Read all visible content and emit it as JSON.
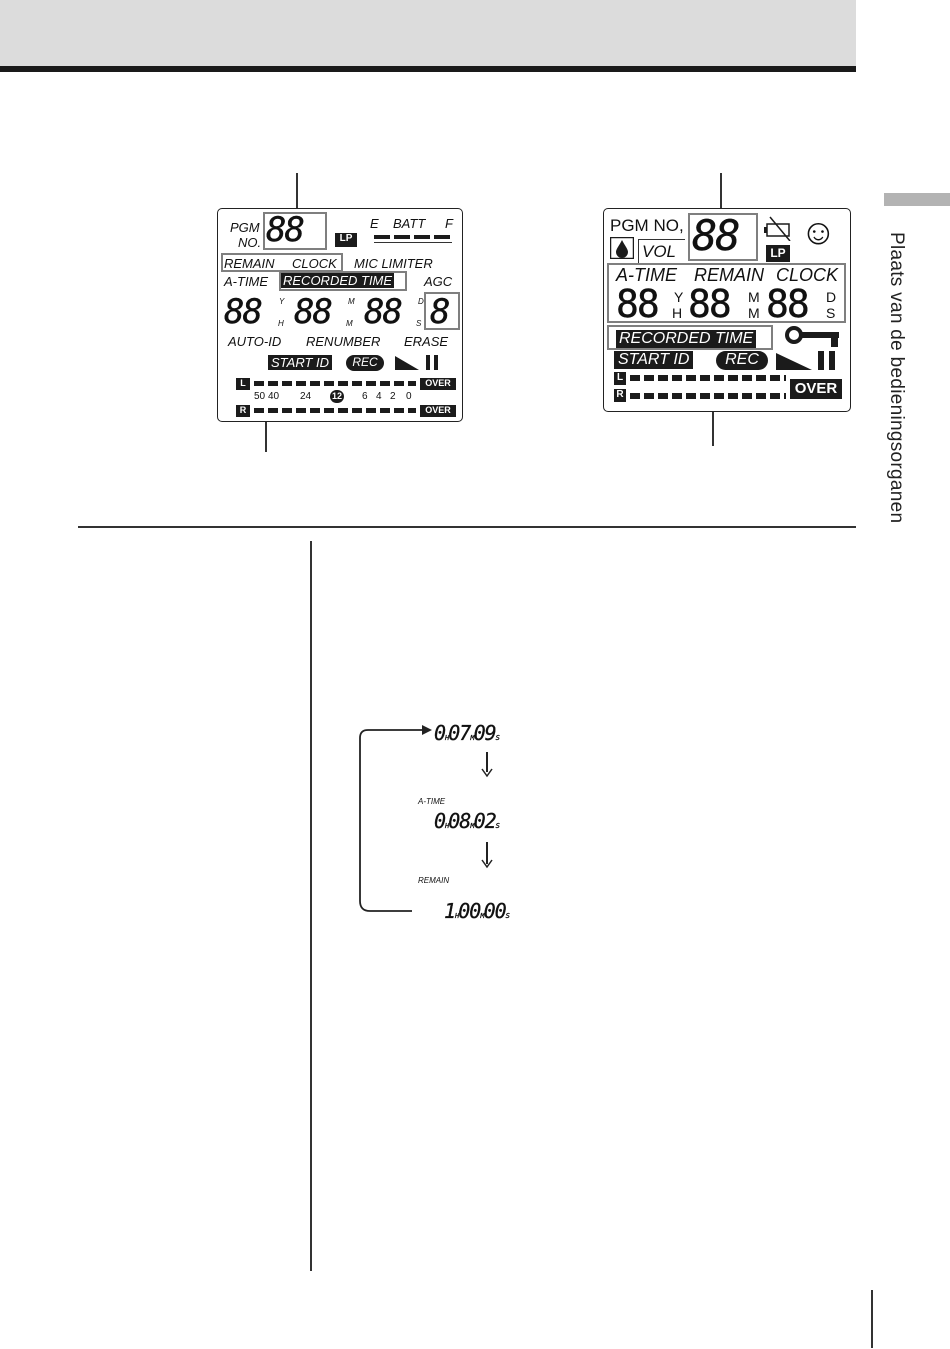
{
  "side_title": "Plaats van de bedieningsorganen",
  "lcd_left": {
    "pgm": "PGM",
    "no": "NO.",
    "pgm_digits": "88",
    "lp": "LP",
    "batt_e": "E",
    "batt": "BATT",
    "batt_f": "F",
    "remain": "REMAIN",
    "clock": "CLOCK",
    "mic_limiter": "MIC LIMITER",
    "a_time": "A-TIME",
    "recorded_time": "RECORDED TIME",
    "agc": "AGC",
    "time_digits_1": "88",
    "time_digits_2": "88",
    "time_digits_3": "88",
    "time_digits_4": "8",
    "sub_y": "Y",
    "sub_h": "H",
    "sub_m_top": "M",
    "sub_m": "M",
    "sub_d": "D",
    "sub_s": "S",
    "auto_id": "AUTO-ID",
    "renumber": "RENUMBER",
    "erase": "ERASE",
    "start_id": "START ID",
    "rec": "REC",
    "ch_l": "L",
    "ch_r": "R",
    "over": "OVER",
    "scale": [
      "50",
      "40",
      "24",
      "12",
      "6",
      "4",
      "2",
      "0"
    ]
  },
  "lcd_right": {
    "pgm_no": "PGM NO,",
    "vol": "VOL",
    "pgm_digits": "88",
    "lp": "LP",
    "smiley": "☺",
    "a_time": "A-TIME",
    "remain": "REMAIN",
    "clock": "CLOCK",
    "time_digits_1": "88",
    "time_digits_2": "88",
    "time_digits_3": "88",
    "sub_y": "Y",
    "sub_h": "H",
    "sub_m_top": "M",
    "sub_m": "M",
    "sub_d": "D",
    "sub_s": "S",
    "recorded_time": "RECORDED TIME",
    "start_id": "START ID",
    "rec": "REC",
    "ch_l": "L",
    "ch_r": "R",
    "over": "OVER"
  },
  "cycle": {
    "line1": {
      "h": "0",
      "m": "07",
      "s": "09"
    },
    "line2_label": "A-TIME",
    "line2": {
      "h": "0",
      "m": "08",
      "s": "02"
    },
    "line3_label": "REMAIN",
    "line3": {
      "h": "1",
      "m": "00",
      "s": "00"
    },
    "unit_h": "H",
    "unit_m": "M",
    "unit_s": "S"
  }
}
